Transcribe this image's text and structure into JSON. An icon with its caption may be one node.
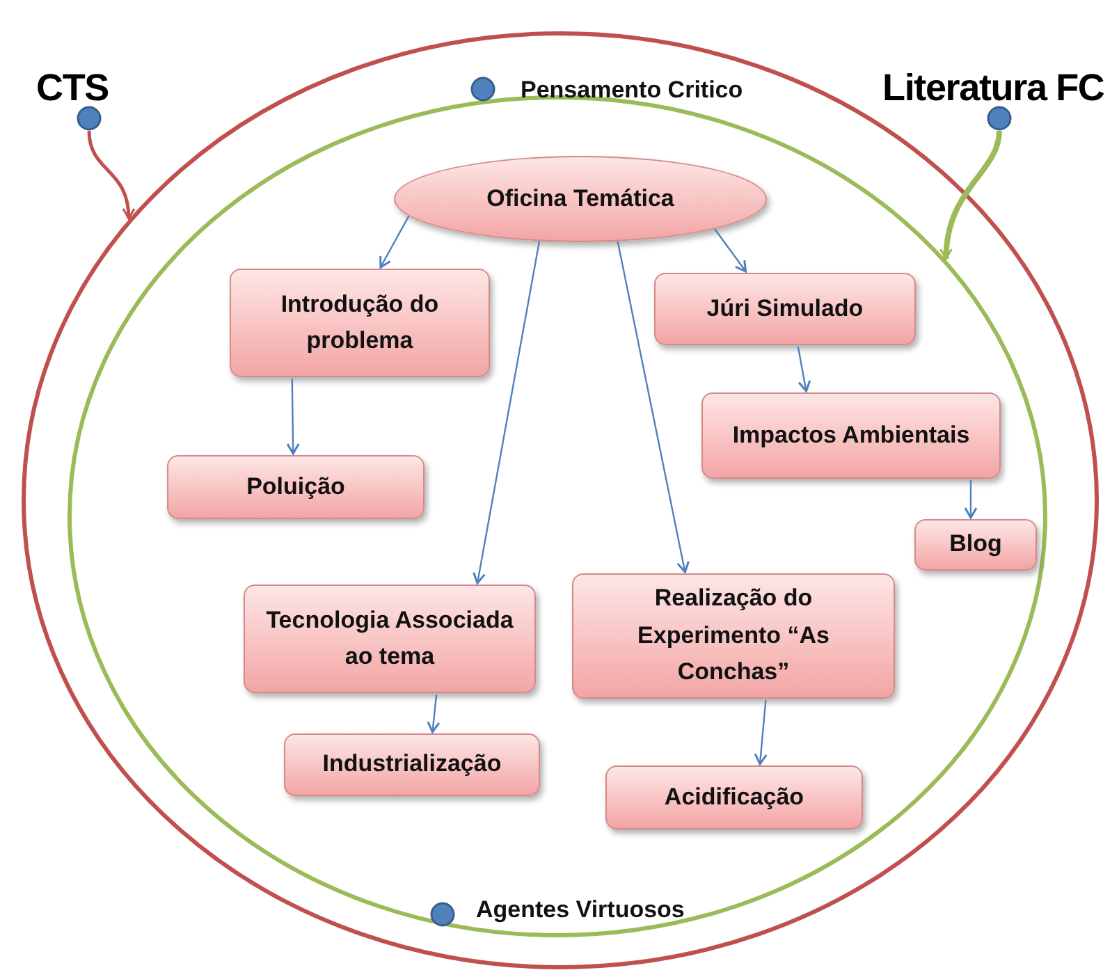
{
  "diagram": {
    "nodes": [
      {
        "text": [],
        "shape": "circle"
      },
      {
        "text": [],
        "shape": "circle",
        "in": 0
      },
      {
        "text": [
          "CTS"
        ]
      },
      {
        "text": [
          "Literatura FC"
        ]
      },
      {
        "text": [
          "Oficina Temática"
        ],
        "in": 1
      },
      {
        "text": [
          "Introdução do problema"
        ],
        "in": 1
      },
      {
        "text": [
          "Poluição"
        ],
        "in": 1
      },
      {
        "text": [
          "Júri Simulado"
        ],
        "in": 1
      },
      {
        "text": [
          "Impactos Ambientais"
        ],
        "in": 1
      },
      {
        "text": [
          "Blog"
        ],
        "in": 1
      },
      {
        "text": [
          "Tecnologia Associada ao tema"
        ],
        "in": 1
      },
      {
        "text": [
          "Industrialização"
        ],
        "in": 1
      },
      {
        "text": [
          "Realização do Experimento “As Conchas”"
        ],
        "in": 1
      },
      {
        "text": [
          "Acidificação"
        ],
        "in": 1
      }
    ],
    "edges": [
      {
        "from": 2,
        "to": 0,
        "arrow": "to",
        "color": "#c0504d"
      },
      {
        "from": 3,
        "to": 1,
        "arrow": "to",
        "style": "thick",
        "color": "#9bbb59"
      },
      {
        "from": 4,
        "to": 5,
        "arrow": "to"
      },
      {
        "from": 4,
        "to": 10,
        "arrow": "to"
      },
      {
        "from": 4,
        "to": 12,
        "arrow": "to"
      },
      {
        "from": 4,
        "to": 7,
        "arrow": "to"
      },
      {
        "from": 5,
        "to": 6,
        "arrow": "to"
      },
      {
        "from": 7,
        "to": 8,
        "arrow": "to"
      },
      {
        "from": 8,
        "to": 9,
        "arrow": "to"
      },
      {
        "from": 10,
        "to": 11,
        "arrow": "to"
      },
      {
        "from": 12,
        "to": 13,
        "arrow": "to"
      }
    ],
    "labels": [
      "Pensamento Critico",
      "Agentes Virtuosos"
    ]
  }
}
